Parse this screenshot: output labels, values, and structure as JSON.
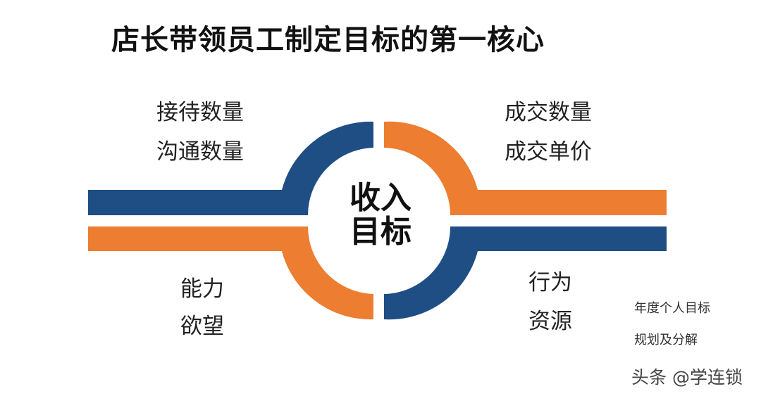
{
  "title": "店长带领员工制定目标的第一核心",
  "center": {
    "line1": "收入",
    "line2": "目标"
  },
  "quadrants": {
    "top_left": [
      "接待数量",
      "沟通数量"
    ],
    "top_right": [
      "成交数量",
      "成交单价"
    ],
    "bottom_left": [
      "能力",
      "欲望"
    ],
    "bottom_right": [
      "行为",
      "资源"
    ]
  },
  "side_note": {
    "line1": "年度个人目标",
    "line2": "规划及分解"
  },
  "watermark": "头条 @学连锁",
  "colors": {
    "blue": "#1F4E85",
    "orange": "#ED7D31"
  }
}
